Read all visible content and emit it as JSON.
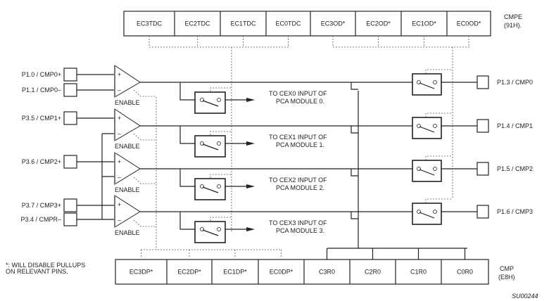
{
  "cmpe_register": {
    "name": "CMPE",
    "address": "(91H).",
    "bits": [
      "EC3TDC",
      "EC2TDC",
      "EC1TDC",
      "EC0TDC",
      "EC3OD*",
      "EC2OD*",
      "EC1OD*",
      "EC0OD*"
    ]
  },
  "cmp_register": {
    "name": "CMP",
    "address": "(E8H)",
    "bits": [
      "EC3DP*",
      "EC2DP*",
      "EC1DP*",
      "EC0DP*",
      "C3R0",
      "C2R0",
      "C1R0",
      "C0R0"
    ]
  },
  "inputs": [
    "P1.0 / CMP0+",
    "P1.1 / CMP0–",
    "P3.5 / CMP1+",
    "P3.6 / CMP2+",
    "P3.7 / CMP3+",
    "P3.4 / CMPR–"
  ],
  "comparators": [
    {
      "enable_label": "ENABLE",
      "plus": "+",
      "minus": "–"
    },
    {
      "enable_label": "ENABLE",
      "plus": "+",
      "minus": "–"
    },
    {
      "enable_label": "ENABLE",
      "plus": "+",
      "minus": "–"
    },
    {
      "enable_label": "ENABLE",
      "plus": "+",
      "minus": "–"
    }
  ],
  "pca_outputs": [
    [
      "TO CEX0 INPUT OF",
      "PCA MODULE 0."
    ],
    [
      "TO CEX1 INPUT OF",
      "PCA MODULE 1."
    ],
    [
      "TO CEX2 INPUT OF",
      "PCA MODULE 2."
    ],
    [
      "TO CEX3 INPUT OF",
      "PCA MODULE 3."
    ]
  ],
  "outputs": [
    "P1.3 / CMP0",
    "P1.4 / CMP1",
    "P1.5 / CMP2",
    "P1.6 / CMP3"
  ],
  "note": [
    "*: WILL DISABLE PULLUPS",
    "ON RELEVANT PINS."
  ],
  "figure_id": "SU00244"
}
